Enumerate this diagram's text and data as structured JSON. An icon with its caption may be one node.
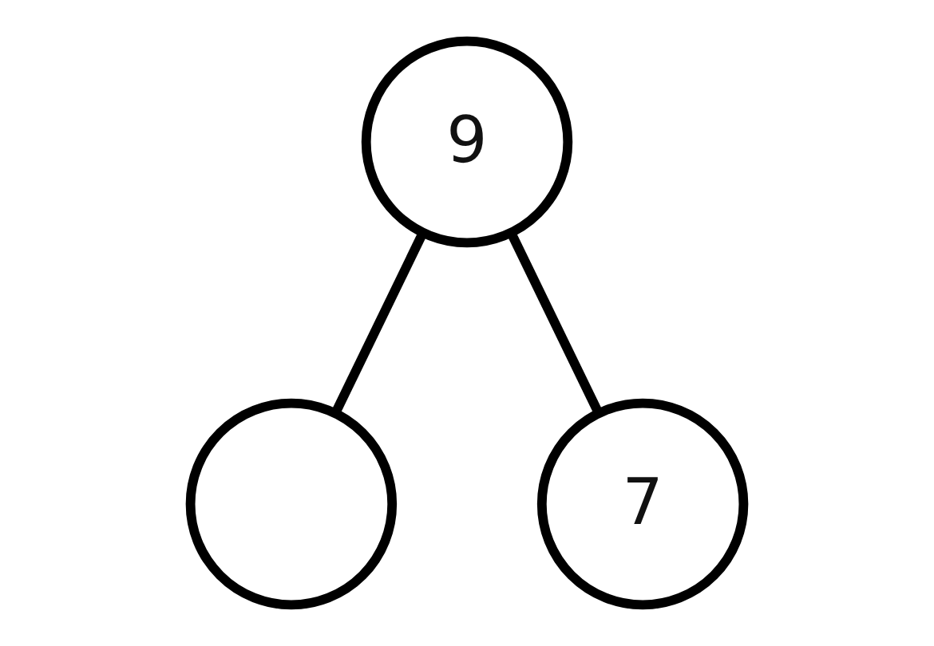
{
  "diagram": {
    "nodes": [
      {
        "text": [
          "9"
        ]
      },
      {
        "text": [],
        "shape": "circle"
      },
      {
        "text": [
          "7"
        ]
      }
    ],
    "edges": [
      {
        "from": 0,
        "to": 1,
        "arrow": "none"
      },
      {
        "from": 0,
        "to": 2,
        "arrow": "none"
      }
    ]
  }
}
